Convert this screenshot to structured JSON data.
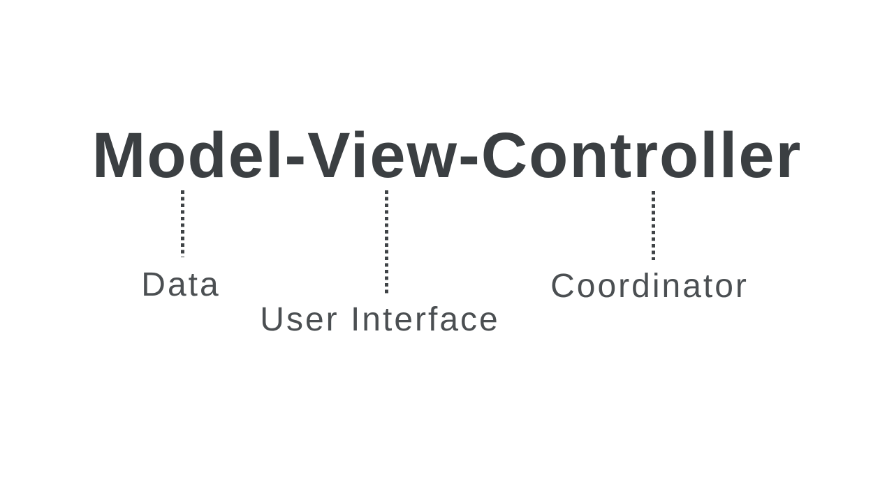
{
  "colors": {
    "background": "#ffffff",
    "title": "#3b3f42",
    "label": "#4b4f52",
    "connector": "#3f4346"
  },
  "diagram": {
    "title": "Model-View-Controller",
    "connectors": [
      {
        "term": "Model",
        "label": "Data"
      },
      {
        "term": "View",
        "label": "User Interface"
      },
      {
        "term": "Controller",
        "label": "Coordinator"
      }
    ]
  }
}
